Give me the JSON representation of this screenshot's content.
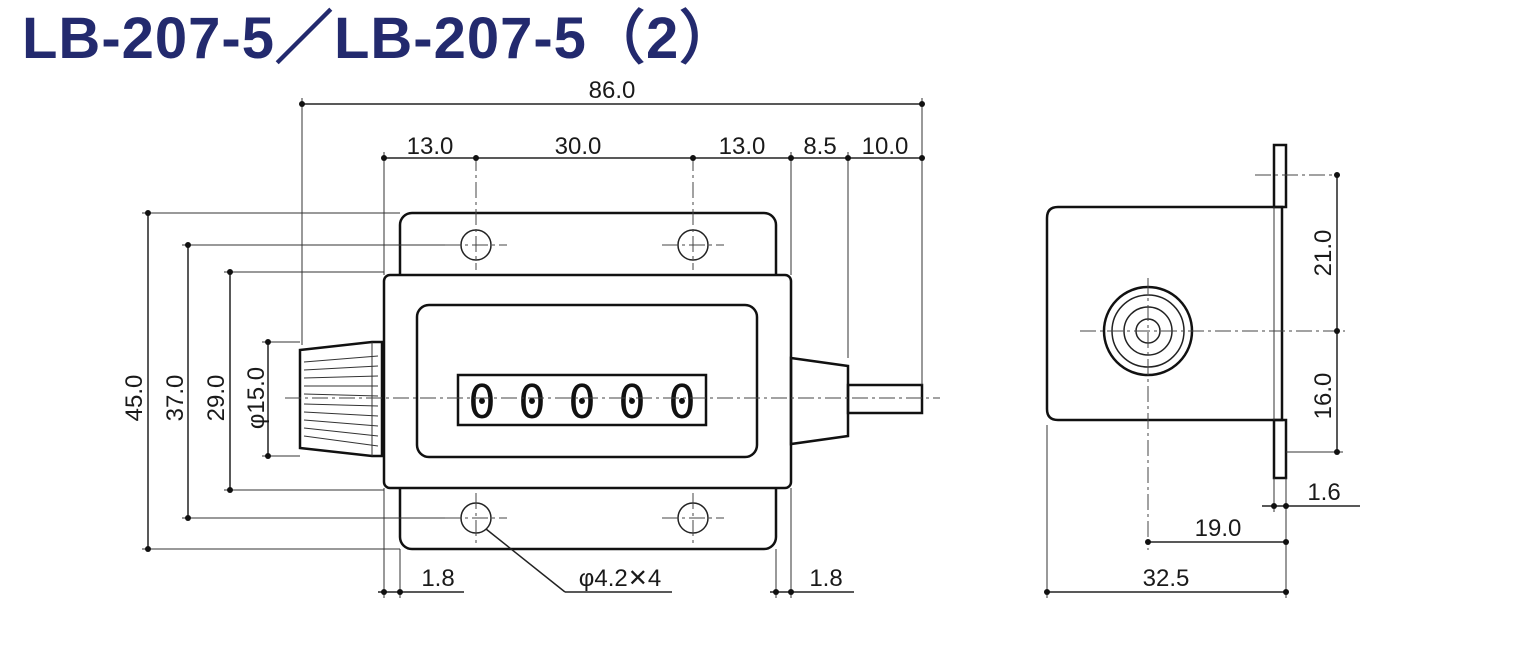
{
  "title": "LB-207-5／LB-207-5（2）",
  "front_view": {
    "overall_width": "86.0",
    "top_dims": [
      "13.0",
      "30.0",
      "13.0",
      "8.5",
      "10.0"
    ],
    "left_dims": [
      "45.0",
      "37.0",
      "29.0",
      "φ15.0"
    ],
    "bottom_left": "1.8",
    "bottom_right": "1.8",
    "hole_callout": "φ4.2✕4",
    "counter_digits": [
      "0",
      "0",
      "0",
      "0",
      "0"
    ]
  },
  "side_view": {
    "upper": "21.0",
    "lower": "16.0",
    "flange_thickness": "1.6",
    "axis_offset": "19.0",
    "depth": "32.5"
  }
}
